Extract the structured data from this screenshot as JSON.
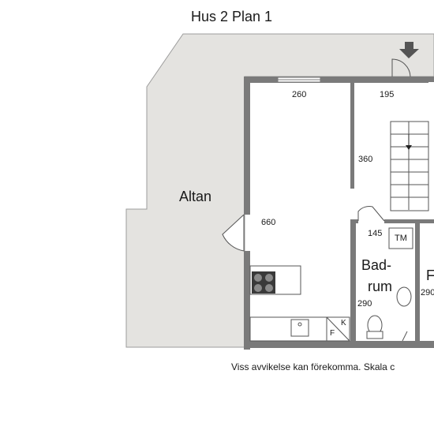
{
  "plan": {
    "title": "Hus 2 Plan 1",
    "rooms": {
      "balcony": "Altan",
      "bath_line1": "Bad-",
      "bath_line2": "rum",
      "partial_room_letter": "F"
    },
    "dimensions": {
      "living_width": "260",
      "hall_width": "195",
      "stair_hall_height": "360",
      "living_height": "660",
      "bath_width": "145",
      "bath_height": "290",
      "right_room_height": "290"
    },
    "appliances": {
      "laundry": "TM",
      "fridge": "K",
      "freezer": "F"
    },
    "footnote": "Viss avvikelse kan förekomma. Skala c"
  },
  "colors": {
    "wall": "#7a7a7a",
    "balcony_fill": "#e4e3e0",
    "floor_fill": "#ffffff",
    "line": "#555555",
    "text": "#1a1a1a"
  }
}
